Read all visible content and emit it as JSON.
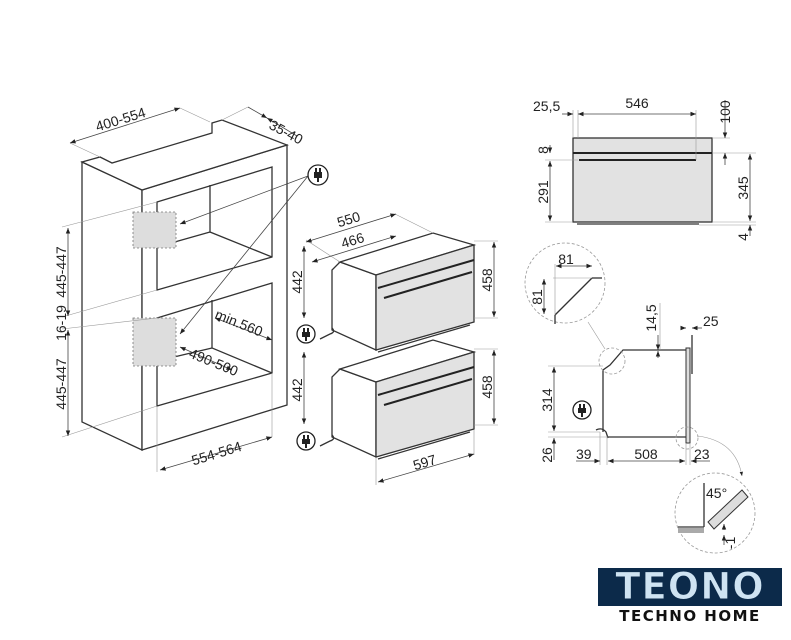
{
  "cabinet": {
    "width_top": "400-554",
    "depth_gap": "35-40",
    "height_upper": "445-447",
    "gap": "16-19",
    "height_lower": "445-447",
    "depth_min": "min.560",
    "depth_inner": "490-500",
    "width_bottom": "554-564"
  },
  "ovens": {
    "depth": "550",
    "depth_inner": "466",
    "height_upper": "442",
    "height_lower": "442",
    "front_height_upper": "458",
    "front_height_lower": "458",
    "width": "597"
  },
  "front_view": {
    "offset": "25,5",
    "width": "546",
    "top": "100",
    "strip": "8",
    "body_height": "291",
    "total_height": "345",
    "bottom": "4"
  },
  "side_view": {
    "chamfer_w": "81",
    "chamfer_h": "81",
    "top_gap": "14,5",
    "panel": "25",
    "height": "314",
    "base": "26",
    "left": "39",
    "depth": "508",
    "front": "23",
    "angle": "45°",
    "offset": "-1"
  },
  "logo": {
    "main": "TEONO",
    "sub": "TECHNO HOME"
  }
}
